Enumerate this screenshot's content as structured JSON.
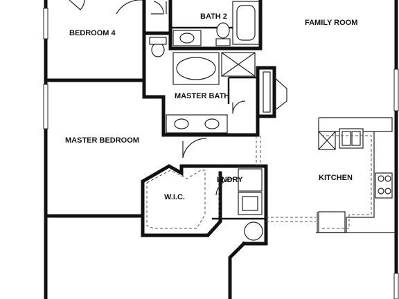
{
  "rooms": {
    "bedroom4": "BEDROOM 4",
    "bath2": "BATH 2",
    "family_room": "FAMILY ROOM",
    "master_bath": "MASTER BATH",
    "master_bedroom": "MASTER BEDROOM",
    "lndry": "LNDRY",
    "wic": "W.I.C.",
    "kitchen": "KITCHEN"
  }
}
